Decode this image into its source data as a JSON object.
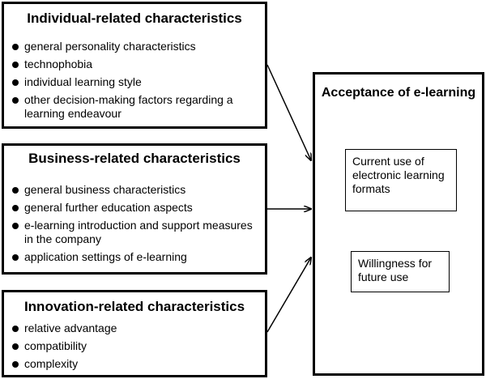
{
  "individual": {
    "title": "Individual-related characteristics",
    "items": [
      "general personality characteristics",
      "technophobia",
      "individual learning style",
      "other decision-making factors regarding a learning endeavour"
    ]
  },
  "business": {
    "title": "Business-related characteristics",
    "items": [
      "general business characteristics",
      "general further education aspects",
      "e-learning introduction and support measures in the company",
      "application settings of e-learning"
    ]
  },
  "innovation": {
    "title": "Innovation-related characteristics",
    "items": [
      "relative advantage",
      "compatibility",
      "complexity"
    ]
  },
  "acceptance": {
    "title": "Acceptance of e-learning",
    "current_use": "Current use of electronic learning formats",
    "willingness": "Willingness for future use"
  }
}
